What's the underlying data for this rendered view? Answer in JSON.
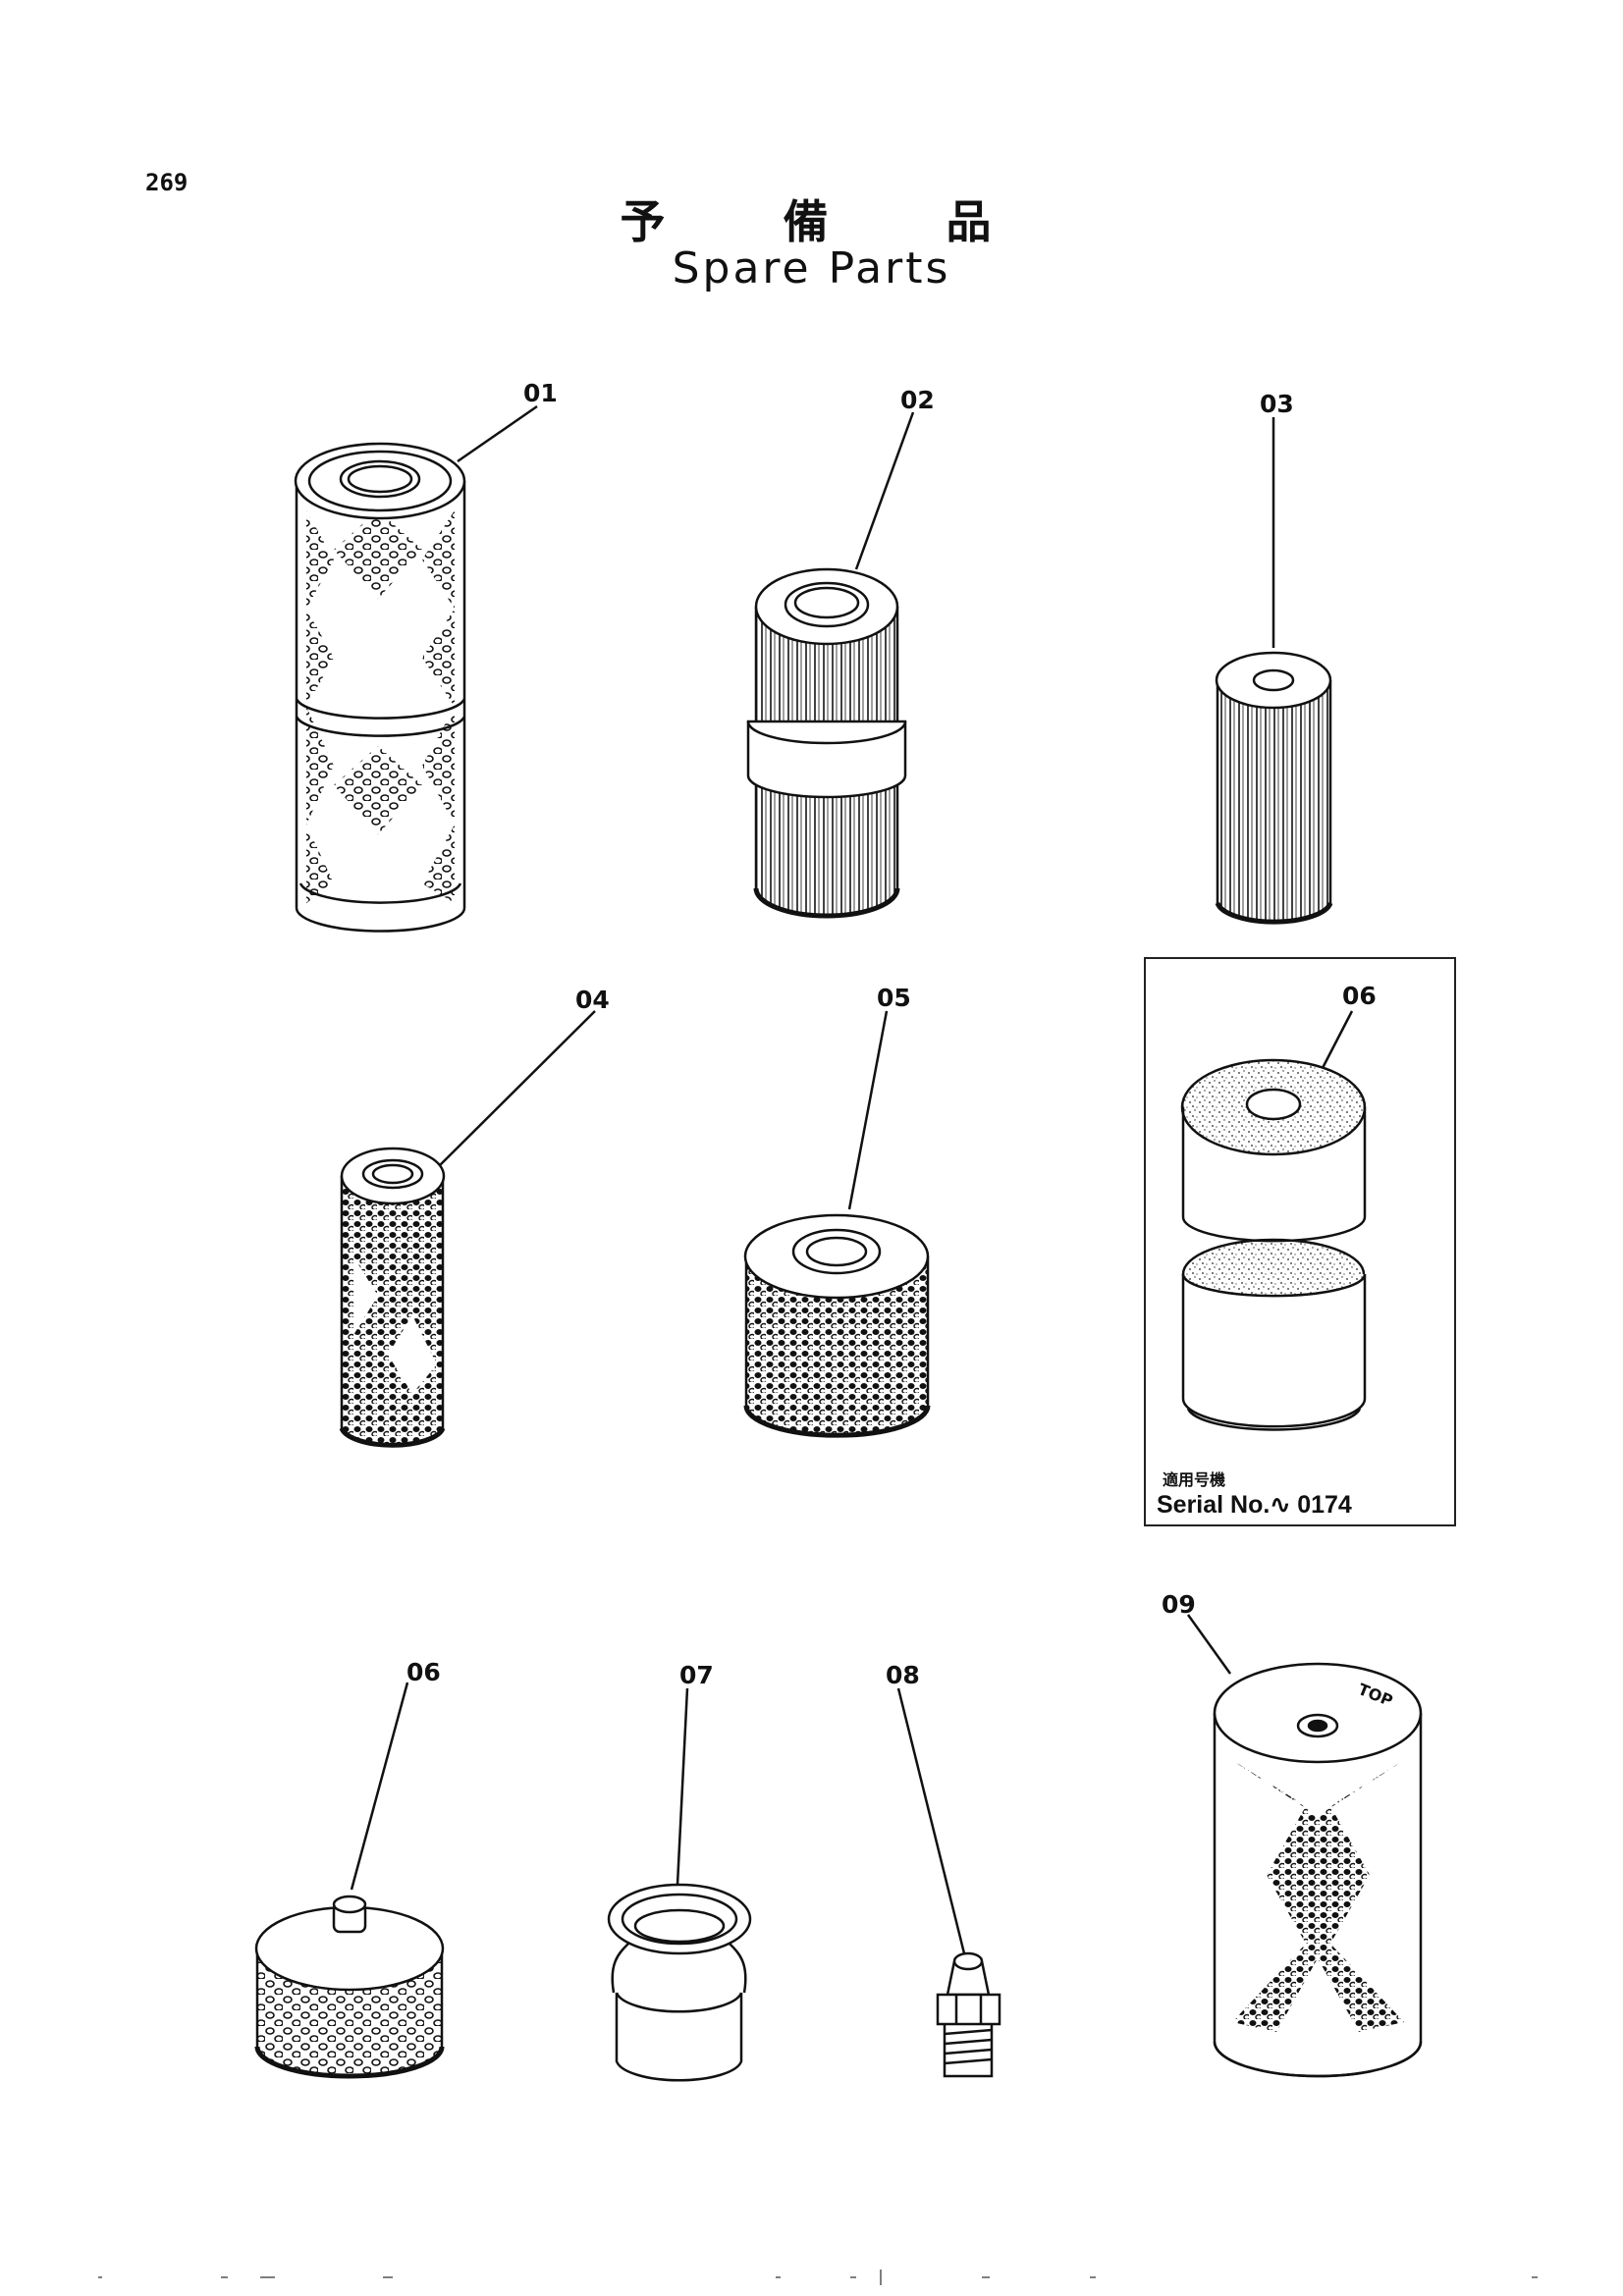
{
  "page": {
    "number": "269"
  },
  "title": {
    "japanese": "予 備 品",
    "english": "Spare Parts"
  },
  "callouts": [
    "01",
    "02",
    "03",
    "04",
    "05",
    "06",
    "06",
    "07",
    "08",
    "09"
  ],
  "parts": {
    "part_09_marking": "TOP"
  },
  "applicability": {
    "caption": "適用号機",
    "serial": "Serial No.∿ 0174"
  },
  "colors": {
    "ink": "#111111",
    "paper": "#ffffff"
  }
}
